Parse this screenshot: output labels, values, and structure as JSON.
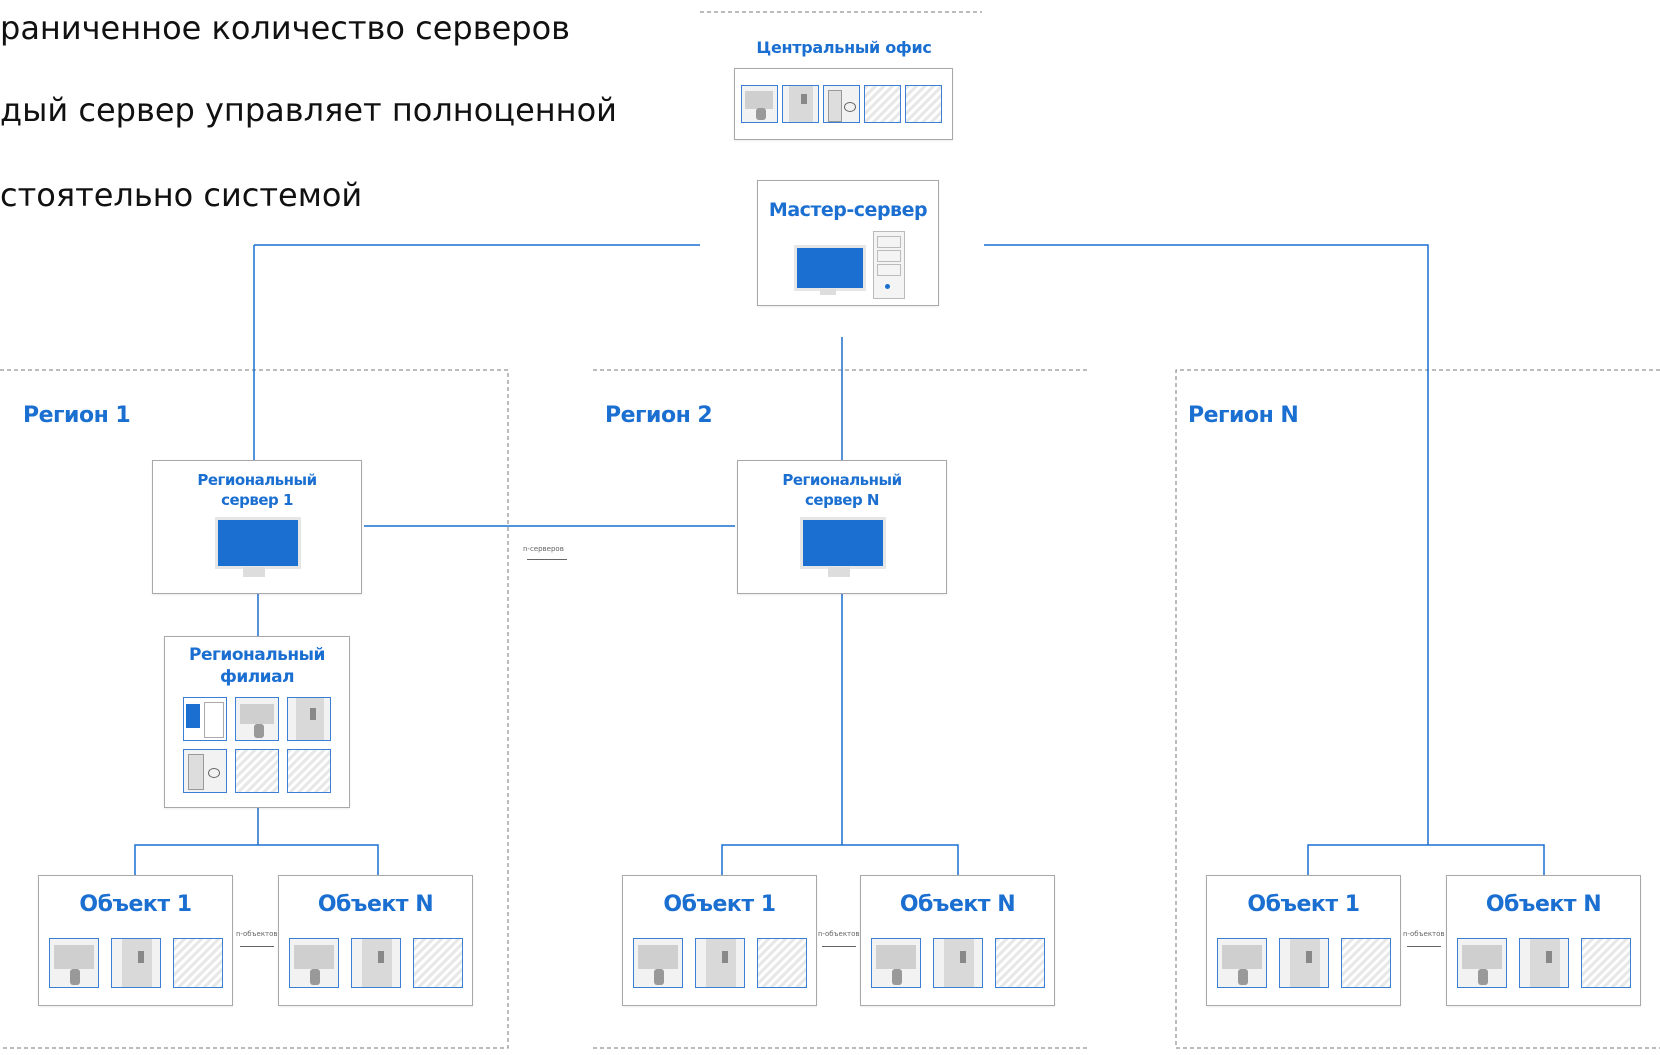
{
  "intro": {
    "line1": "раниченное количество серверов",
    "line2": "дый сервер управляет полноценной",
    "line3": "стоятельно системой"
  },
  "central_office": {
    "title": "Центральный офис",
    "devices": [
      "workstation-icon",
      "door-panel-icon",
      "lock-reader-icon",
      "door-hatched-icon",
      "door-hatched-icon"
    ]
  },
  "master_server": {
    "title": "Мастер-сервер"
  },
  "regions": [
    {
      "label": "Регион 1"
    },
    {
      "label": "Регион 2"
    },
    {
      "label": "Регион N"
    }
  ],
  "regional_server_1": {
    "line1": "Региональный",
    "line2": "сервер 1"
  },
  "regional_server_n": {
    "line1": "Региональный",
    "line2": "сервер N"
  },
  "servers_link_label": "n-серверов",
  "regional_branch": {
    "line1": "Региональный",
    "line2": "филиал"
  },
  "objects": {
    "object_1": "Объект 1",
    "object_n": "Объект N",
    "link_label": "n-объектов"
  },
  "colors": {
    "accent": "#1a6fd1",
    "line": "#1a6fd1",
    "dash": "#7a7a7a",
    "box_border": "#a8a8a8"
  }
}
